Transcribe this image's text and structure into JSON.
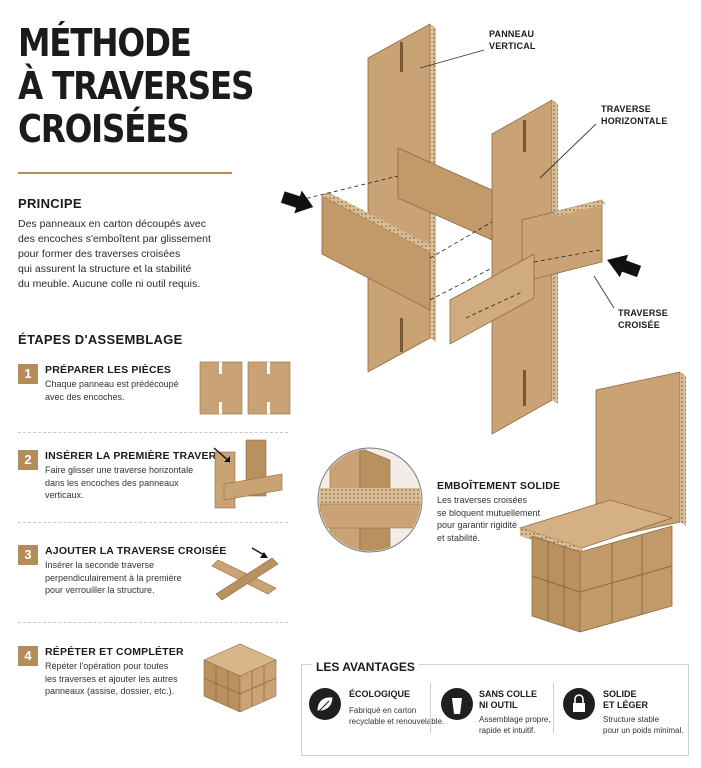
{
  "title": [
    "MÉTHODE",
    "À TRAVERSES",
    "CROISÉES"
  ],
  "principle": {
    "heading": "PRINCIPE",
    "lines": [
      "Des panneaux en carton découpés avec",
      "des encoches s'emboîtent par glissement",
      "pour former des traverses croisées",
      "qui assurent la structure et la stabilité",
      "du meuble. Aucune colle ni outil requis."
    ]
  },
  "steps_heading": "ÉTAPES D'ASSEMBLAGE",
  "steps": [
    {
      "num": "1",
      "title": "PRÉPARER LES PIÈCES",
      "desc": [
        "Chaque panneau est prédécoupé",
        "avec des encoches."
      ]
    },
    {
      "num": "2",
      "title": "INSÉRER LA PREMIÈRE TRAVERSE",
      "desc": [
        "Faire glisser une traverse horizontale",
        "dans les encoches des panneaux",
        "verticaux."
      ]
    },
    {
      "num": "3",
      "title": "AJOUTER LA TRAVERSE CROISÉE",
      "desc": [
        "Insérer la seconde traverse",
        "perpendiculairement à la première",
        "pour verrouiller la structure."
      ]
    },
    {
      "num": "4",
      "title": "RÉPÉTER ET COMPLÉTER",
      "desc": [
        "Répéter l'opération pour toutes",
        "les traverses et ajouter les autres",
        "panneaux (assise, dossier, etc.)."
      ]
    }
  ],
  "callouts": {
    "vertical": [
      "PANNEAU",
      "VERTICAL"
    ],
    "horizontal": [
      "TRAVERSE",
      "HORIZONTALE"
    ],
    "crossed": [
      "TRAVERSE",
      "CROISÉE"
    ]
  },
  "joint": {
    "title": "EMBOÎTEMENT SOLIDE",
    "lines": [
      "Les traverses croisées",
      "se bloquent mutuellement",
      "pour garantir rigidité",
      "et stabilité."
    ]
  },
  "advantages": {
    "heading": "LES AVANTAGES",
    "items": [
      {
        "icon": "leaf-icon",
        "label": [
          "ÉCOLOGIQUE"
        ],
        "desc": [
          "Fabriqué en carton",
          "recyclable et renouvelable."
        ]
      },
      {
        "icon": "no-glue-icon",
        "label": [
          "SANS COLLE",
          "NI OUTIL"
        ],
        "desc": [
          "Assemblage propre,",
          "rapide et intuitif."
        ]
      },
      {
        "icon": "lock-icon",
        "label": [
          "SOLIDE",
          "ET LÉGER"
        ],
        "desc": [
          "Structure stable",
          "pour un poids minimal."
        ]
      }
    ]
  },
  "colors": {
    "accent": "#b48c5c",
    "cardboard": "#c9a375",
    "cardboard_dark": "#a98257",
    "ink": "#1b1b1b"
  }
}
